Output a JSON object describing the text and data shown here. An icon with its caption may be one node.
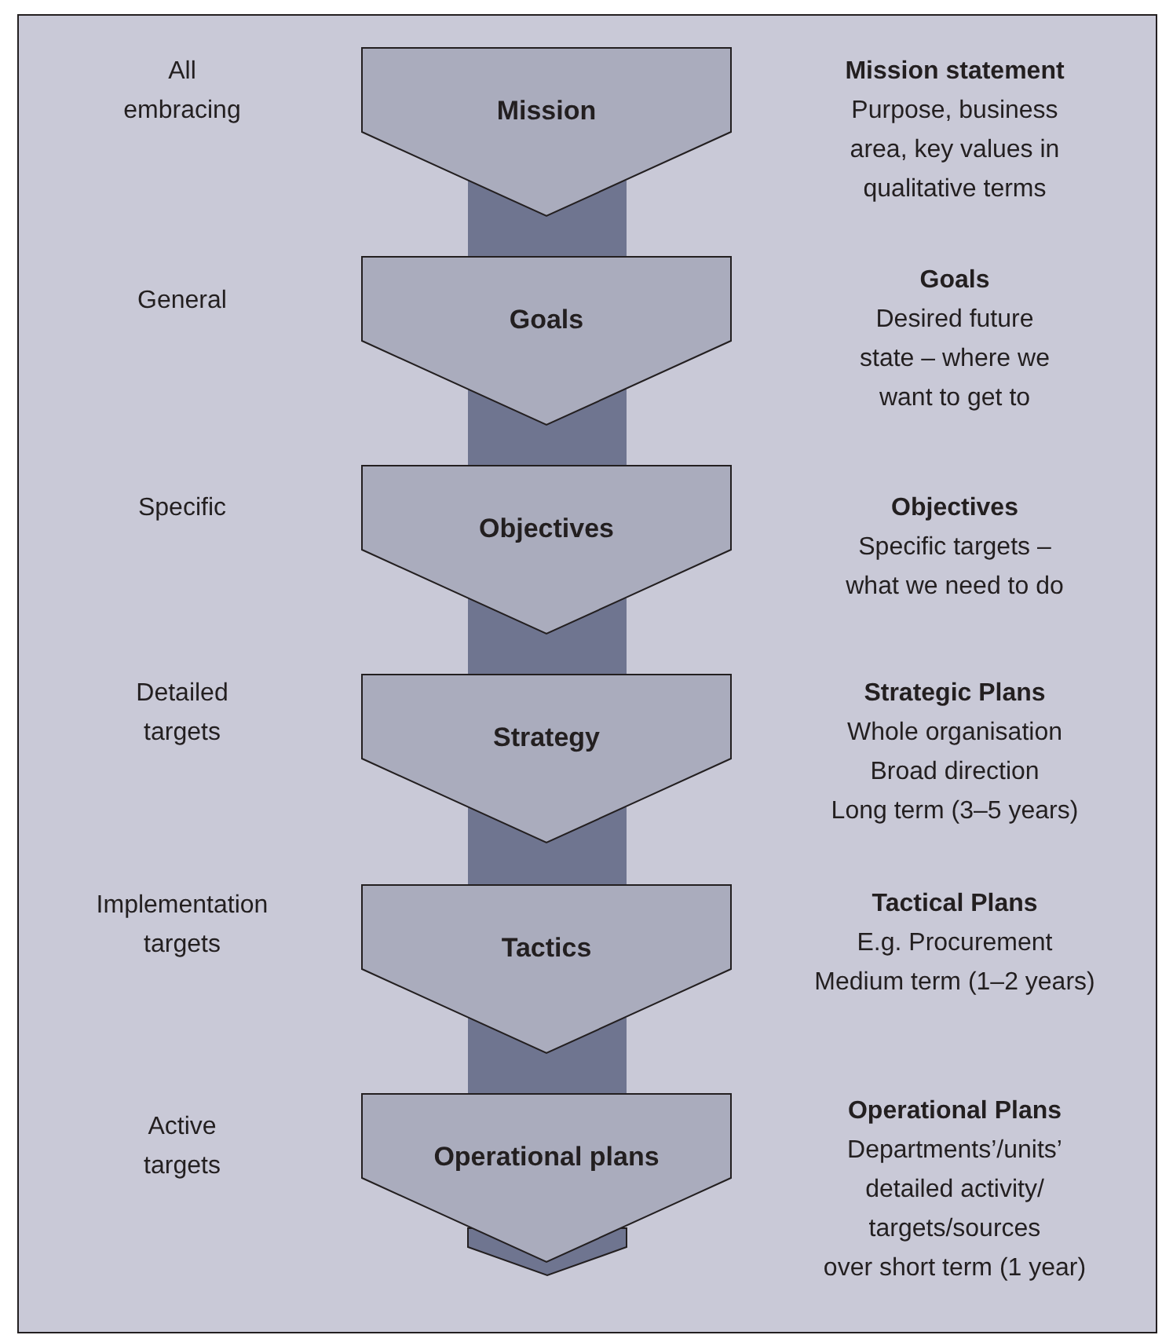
{
  "diagram": {
    "nodes": [
      {
        "text": [
          "Mission"
        ],
        "beside": [
          "Mission statement",
          "Purpose, business area, key values in qualitative terms"
        ]
      },
      {
        "text": [
          "Goals"
        ],
        "beside": [
          "Goals",
          "Desired future state – where we want to get to"
        ]
      },
      {
        "text": [
          "Objectives"
        ],
        "beside": [
          "Objectives",
          "Specific targets – what we need to do"
        ]
      },
      {
        "text": [
          "Strategy"
        ],
        "beside": [
          "Strategic Plans",
          "Whole organisation",
          "Broad direction",
          "Long term (3–5 years)"
        ]
      },
      {
        "text": [
          "Tactics"
        ],
        "beside": [
          "Tactical Plans",
          "E.g. Procurement",
          "Medium term (1–2 years)"
        ]
      },
      {
        "text": [
          "Operational plans"
        ],
        "beside": [
          "Operational Plans",
          "Departments’/units’ detailed activity/ targets/sources",
          "over short term (1 year)"
        ]
      }
    ],
    "edges": [
      {
        "from": 0,
        "to": 1,
        "arrow": "none"
      },
      {
        "from": 1,
        "to": 2,
        "arrow": "none"
      },
      {
        "from": 2,
        "to": 3,
        "arrow": "none"
      },
      {
        "from": 3,
        "to": 4,
        "arrow": "none"
      },
      {
        "from": 4,
        "to": 5,
        "arrow": "none"
      }
    ],
    "labels": [
      "All embracing",
      "General",
      "Specific",
      "Detailed targets",
      "Implementation targets",
      "Active targets"
    ]
  }
}
